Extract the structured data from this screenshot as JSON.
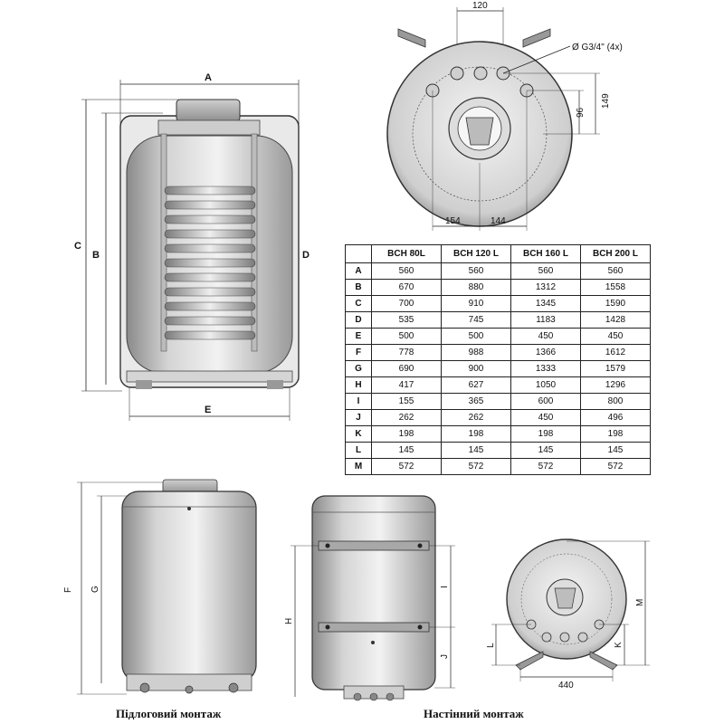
{
  "top_view": {
    "dim_pitch": "120",
    "dim_thread": "Ø G3/4\" (4x)",
    "dim_v1": "96",
    "dim_v2": "149",
    "dim_left": "154",
    "dim_right": "144"
  },
  "front_view": {
    "label_a": "A",
    "label_b": "B",
    "label_c": "C",
    "label_d": "D",
    "label_e": "E"
  },
  "floor_view": {
    "label_f": "F",
    "label_g": "G",
    "caption": "Підлоговий монтаж"
  },
  "wall_view": {
    "label_h": "H",
    "label_i": "I",
    "label_j": "J",
    "caption": "Настінний монтаж"
  },
  "side_view": {
    "label_m": "M",
    "label_k": "K",
    "label_l": "L",
    "dim_width": "440"
  },
  "table": {
    "headers": [
      "",
      "BCH 80L",
      "BCH 120 L",
      "BCH 160 L",
      "BCH 200 L"
    ],
    "rows": [
      [
        "A",
        "560",
        "560",
        "560",
        "560"
      ],
      [
        "B",
        "670",
        "880",
        "1312",
        "1558"
      ],
      [
        "C",
        "700",
        "910",
        "1345",
        "1590"
      ],
      [
        "D",
        "535",
        "745",
        "1183",
        "1428"
      ],
      [
        "E",
        "500",
        "500",
        "450",
        "450"
      ],
      [
        "F",
        "778",
        "988",
        "1366",
        "1612"
      ],
      [
        "G",
        "690",
        "900",
        "1333",
        "1579"
      ],
      [
        "H",
        "417",
        "627",
        "1050",
        "1296"
      ],
      [
        "I",
        "155",
        "365",
        "600",
        "800"
      ],
      [
        "J",
        "262",
        "262",
        "450",
        "496"
      ],
      [
        "K",
        "198",
        "198",
        "198",
        "198"
      ],
      [
        "L",
        "145",
        "145",
        "145",
        "145"
      ],
      [
        "M",
        "572",
        "572",
        "572",
        "572"
      ]
    ]
  }
}
